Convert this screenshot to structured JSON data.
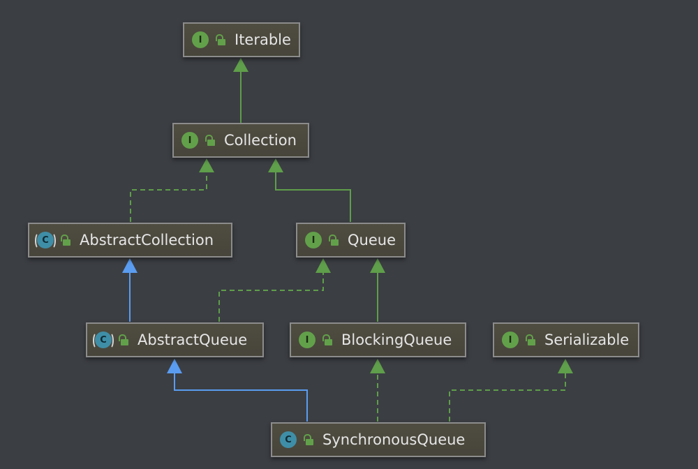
{
  "colors": {
    "background": "#3b3e43",
    "node_fill": "#4b483d",
    "node_border": "#8c8c8c",
    "interface_edge": "#5f9e4a",
    "class_edge": "#5a9cf0",
    "interface_badge": "#62a14a",
    "class_badge": "#3f8ea7"
  },
  "nodes": {
    "iterable": {
      "label": "Iterable",
      "kind": "interface",
      "badge": "I"
    },
    "collection": {
      "label": "Collection",
      "kind": "interface",
      "badge": "I"
    },
    "abstract_collection": {
      "label": "AbstractCollection",
      "kind": "abstract-class",
      "badge": "C"
    },
    "queue": {
      "label": "Queue",
      "kind": "interface",
      "badge": "I"
    },
    "abstract_queue": {
      "label": "AbstractQueue",
      "kind": "abstract-class",
      "badge": "C"
    },
    "blocking_queue": {
      "label": "BlockingQueue",
      "kind": "interface",
      "badge": "I"
    },
    "serializable": {
      "label": "Serializable",
      "kind": "interface",
      "badge": "I"
    },
    "synchronous_queue": {
      "label": "SynchronousQueue",
      "kind": "class",
      "badge": "C"
    }
  },
  "edges": [
    {
      "from": "collection",
      "to": "iterable",
      "relation": "extends",
      "style": "solid"
    },
    {
      "from": "abstract_collection",
      "to": "collection",
      "relation": "implements",
      "style": "dashed"
    },
    {
      "from": "queue",
      "to": "collection",
      "relation": "extends",
      "style": "solid"
    },
    {
      "from": "abstract_queue",
      "to": "abstract_collection",
      "relation": "extends-class",
      "style": "solid"
    },
    {
      "from": "abstract_queue",
      "to": "queue",
      "relation": "implements",
      "style": "dashed"
    },
    {
      "from": "blocking_queue",
      "to": "queue",
      "relation": "extends",
      "style": "solid"
    },
    {
      "from": "synchronous_queue",
      "to": "abstract_queue",
      "relation": "extends-class",
      "style": "solid"
    },
    {
      "from": "synchronous_queue",
      "to": "blocking_queue",
      "relation": "implements",
      "style": "dashed"
    },
    {
      "from": "synchronous_queue",
      "to": "serializable",
      "relation": "implements",
      "style": "dashed"
    }
  ]
}
